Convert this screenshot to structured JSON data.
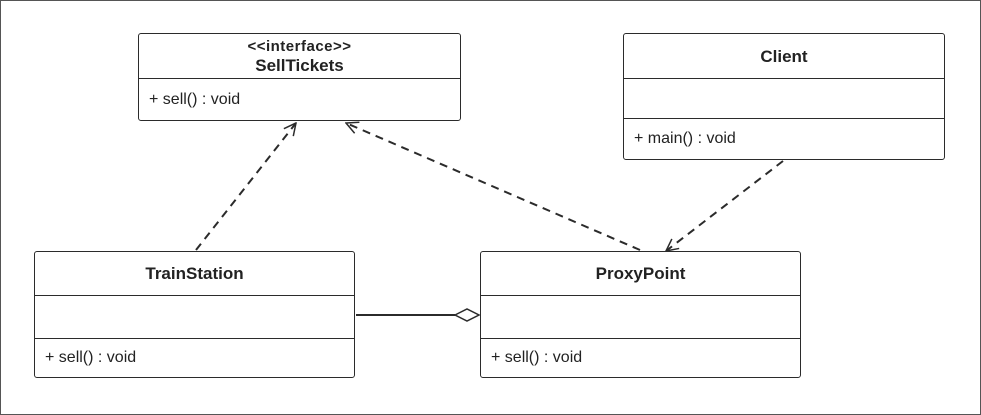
{
  "classes": {
    "sell_tickets": {
      "stereotype": "<<interface>>",
      "name": "SellTickets",
      "operation": "+ sell() : void"
    },
    "client": {
      "name": "Client",
      "operation": "+ main() : void"
    },
    "train_station": {
      "name": "TrainStation",
      "operation": "+ sell() : void"
    },
    "proxy_point": {
      "name": "ProxyPoint",
      "operation": "+ sell() : void"
    }
  },
  "relationships": [
    {
      "type": "realization",
      "from": "TrainStation",
      "to": "SellTickets"
    },
    {
      "type": "realization",
      "from": "ProxyPoint",
      "to": "SellTickets"
    },
    {
      "type": "dependency",
      "from": "Client",
      "to": "ProxyPoint"
    },
    {
      "type": "aggregation",
      "from": "TrainStation",
      "to": "ProxyPoint"
    }
  ],
  "colors": {
    "stroke": "#2b2b2b",
    "background": "#ffffff"
  }
}
